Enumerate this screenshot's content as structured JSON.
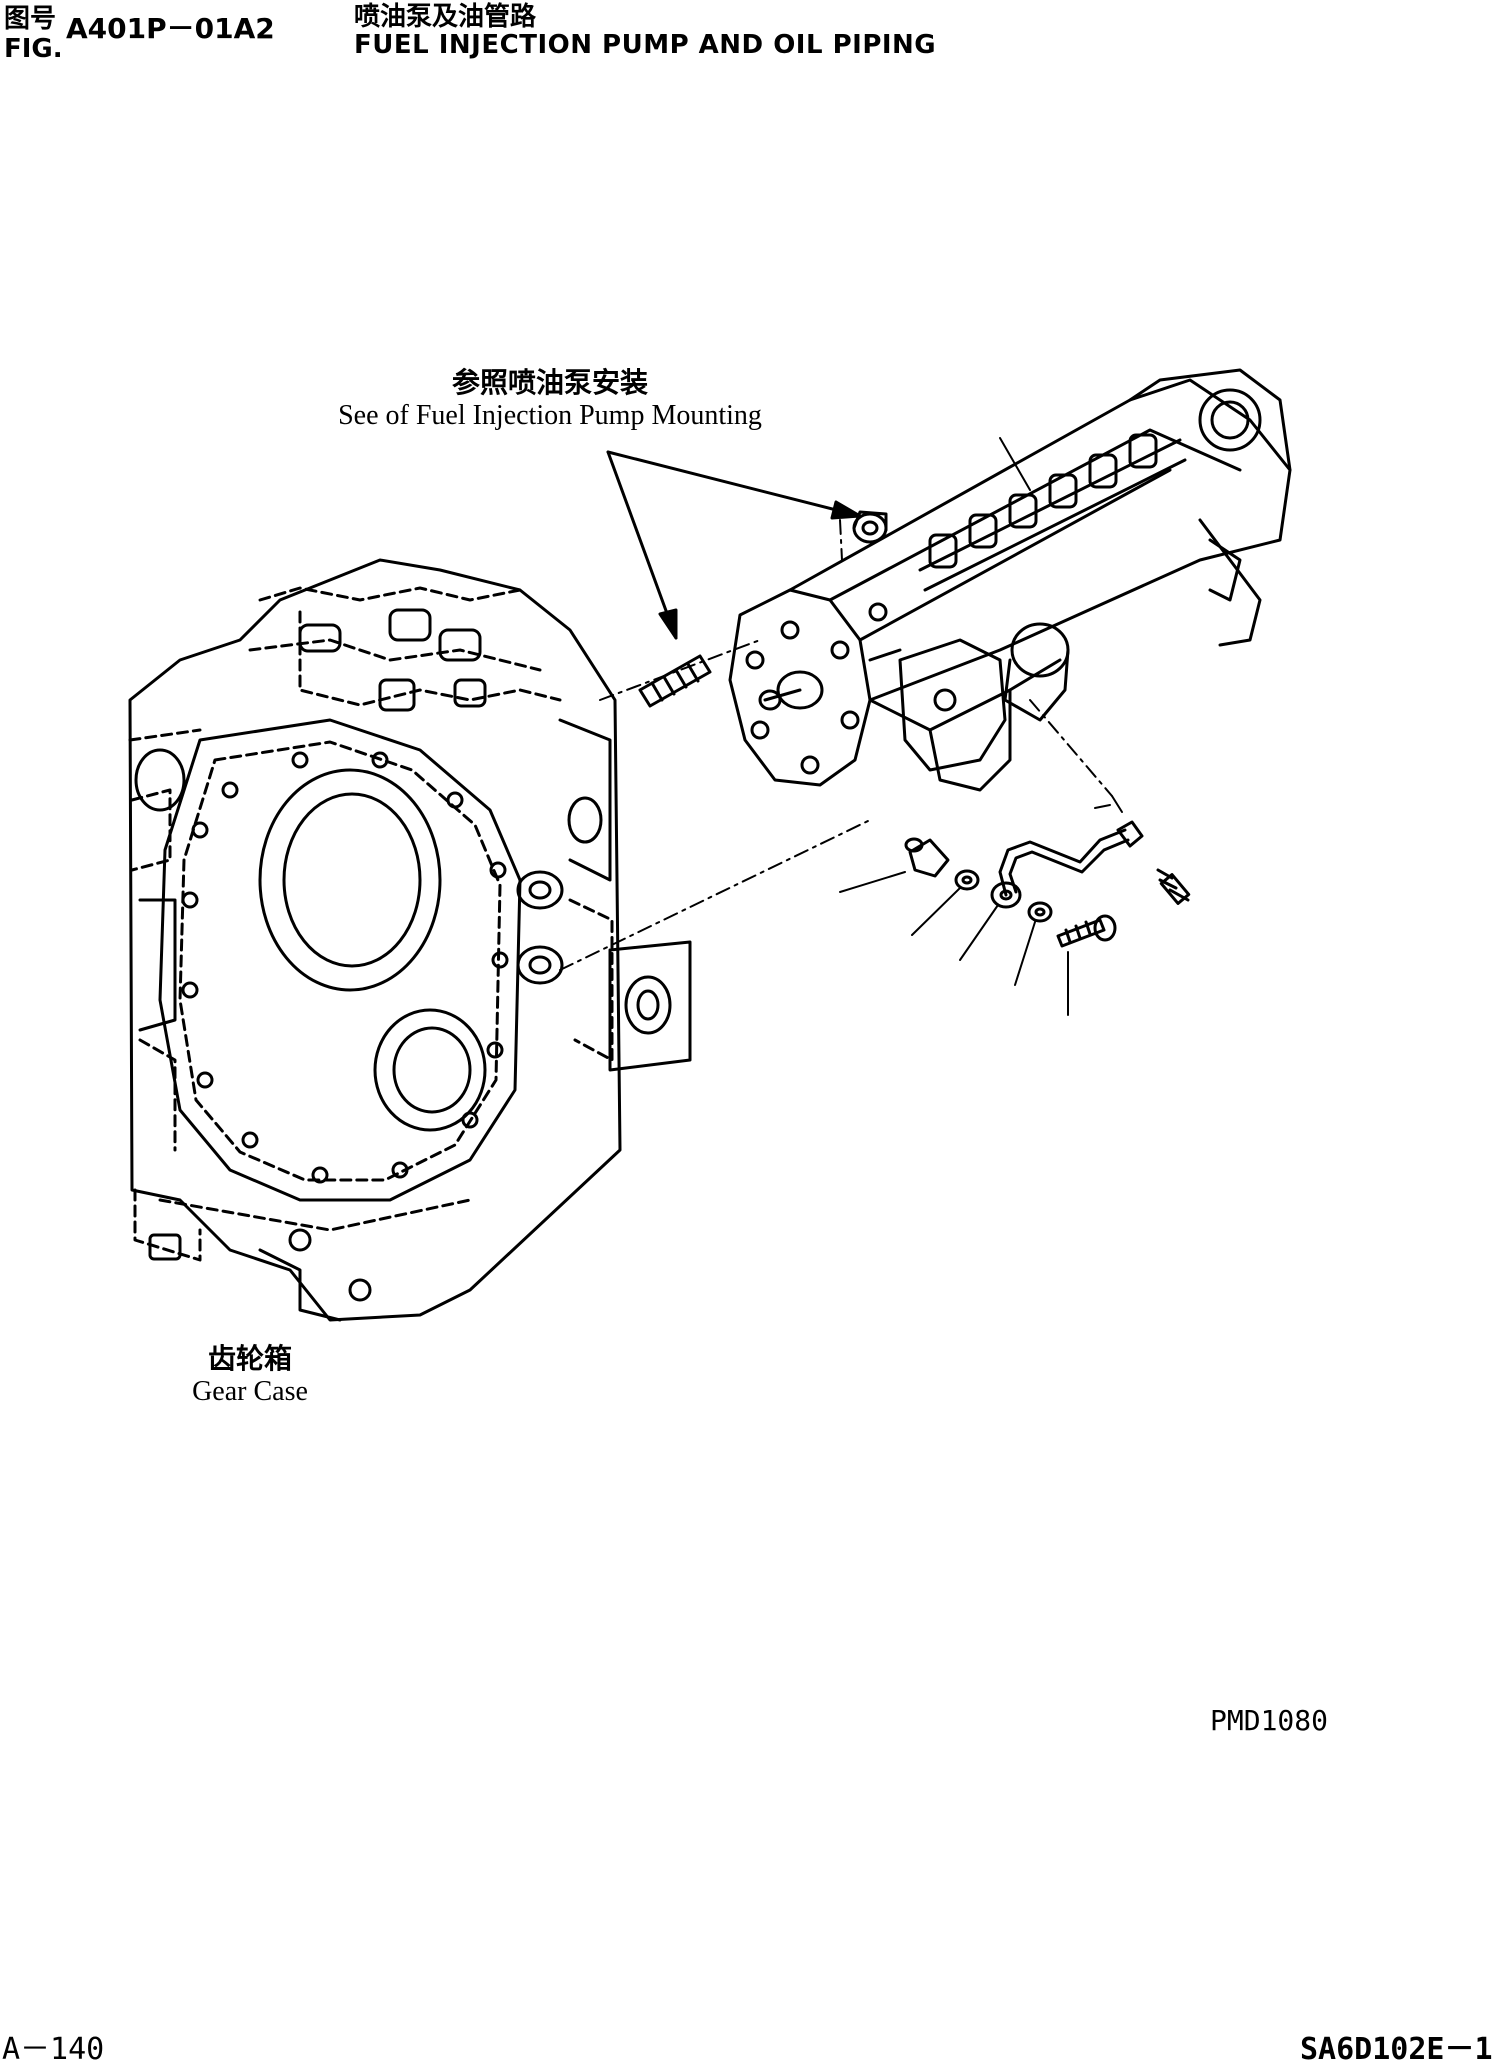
{
  "header": {
    "fig_label_cn": "图号",
    "fig_label_en": "FIG.",
    "fig_number": "A401P－01A2",
    "title_cn": "喷油泵及油管路",
    "title_en": "FUEL INJECTION PUMP AND OIL PIPING"
  },
  "callouts": {
    "pump_mounting_cn": "参照喷油泵安装",
    "pump_mounting_en": "See of Fuel Injection Pump Mounting",
    "gear_case_cn": "齿轮箱",
    "gear_case_en": "Gear Case"
  },
  "drawing_code": "PMD1080",
  "footer": {
    "page": "A－140",
    "model": "SA6D102E－1"
  }
}
